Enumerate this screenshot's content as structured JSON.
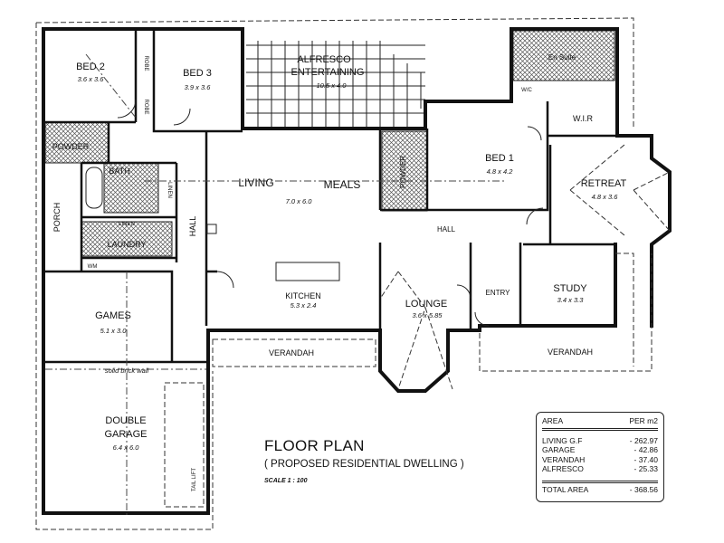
{
  "rooms": {
    "bed2": {
      "name": "BED 2",
      "size": "3.6 x 3.6"
    },
    "bed3": {
      "name": "BED 3",
      "size": "3.9 x 3.6"
    },
    "alfresco": {
      "name1": "ALFRESCO",
      "name2": "ENTERTAINING",
      "size": "10.5 x 4.0"
    },
    "ensuite": {
      "name": "En Suite"
    },
    "wir": {
      "name": "W.I.R"
    },
    "bed1": {
      "name": "BED 1",
      "size": "4.8 x 4.2"
    },
    "retreat": {
      "name": "RETREAT",
      "size": "4.8 x 3.6"
    },
    "powder_left": {
      "name": "POWDER"
    },
    "powder_right": {
      "name": "POWDER"
    },
    "bath": {
      "name": "BATH"
    },
    "laundry": {
      "name": "LAUNDRY"
    },
    "porch": {
      "name": "PORCH"
    },
    "hall_left": {
      "name": "HALL"
    },
    "hall_right": {
      "name": "HALL"
    },
    "living": {
      "name": "LIVING"
    },
    "meals": {
      "name": "MEALS",
      "size": "7.0 x 6.0"
    },
    "kitchen": {
      "name": "KITCHEN",
      "size": "5.3 x 2.4"
    },
    "games": {
      "name": "GAMES",
      "size": "5.1 x 3.0"
    },
    "garage": {
      "name1": "DOUBLE",
      "name2": "GARAGE",
      "size": "6.4 x 6.0"
    },
    "lounge": {
      "name": "LOUNGE",
      "size": "3.6 x 5.85"
    },
    "entry": {
      "name": "ENTRY"
    },
    "study": {
      "name": "STUDY",
      "size": "3.4 x 3.3"
    },
    "verandah_left": {
      "name": "VERANDAH"
    },
    "verandah_right": {
      "name": "VERANDAH"
    }
  },
  "annotations": {
    "robe1": "ROBE",
    "robe2": "ROBE",
    "linen": "LINEN",
    "linen2": "LINEN",
    "wm": "WM",
    "tail_lift": "TAIL LIFT",
    "solid_brick_wall": "solid brick wall",
    "wc": "W/C"
  },
  "title": {
    "main": "FLOOR PLAN",
    "subtitle": "( PROPOSED RESIDENTIAL DWELLING )",
    "scale": "SCALE 1 : 100"
  },
  "area_table": {
    "header": {
      "label": "AREA",
      "unit": "PER m2"
    },
    "rows": [
      {
        "label": "LIVING G.F",
        "value": "- 262.97"
      },
      {
        "label": "GARAGE",
        "value": "- 42.86"
      },
      {
        "label": "VERANDAH",
        "value": "- 37.40"
      },
      {
        "label": "ALFRESCO",
        "value": "- 25.33"
      }
    ],
    "total": {
      "label": "TOTAL AREA",
      "value": "- 368.56"
    }
  },
  "colors": {
    "line": "#111111",
    "background": "#ffffff"
  }
}
